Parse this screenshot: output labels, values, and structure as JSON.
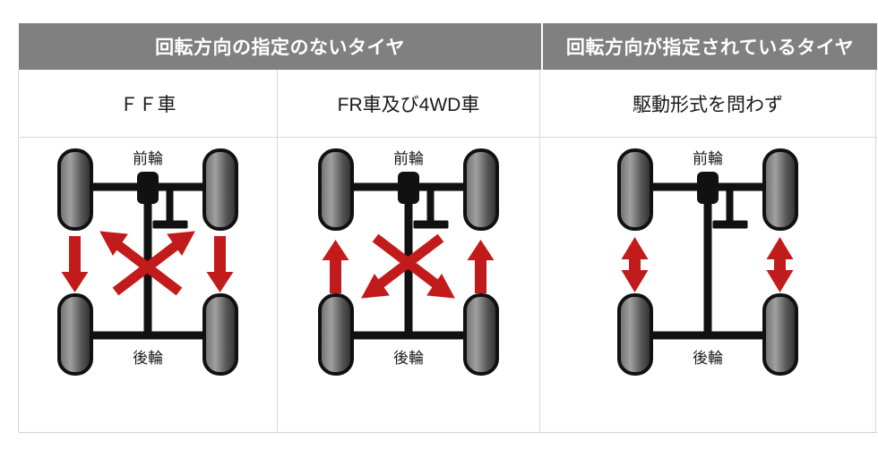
{
  "table": {
    "header": {
      "left_label": "回転方向の指定のないタイヤ",
      "right_label": "回転方向が指定されているタイヤ"
    },
    "subheader": {
      "col1": "ＦＦ車",
      "col2": "FR車及び4WD車",
      "col3": "駆動形式を問わず"
    },
    "diagrams": [
      {
        "id": "ff-rotation-diagram",
        "front_label": "前輪",
        "rear_label": "後輪",
        "pattern": "front-to-rear-straight, rear-to-front-crossed"
      },
      {
        "id": "fr-4wd-rotation-diagram",
        "front_label": "前輪",
        "rear_label": "後輪",
        "pattern": "rear-to-front-straight, front-to-rear-crossed"
      },
      {
        "id": "directional-rotation-diagram",
        "front_label": "前輪",
        "rear_label": "後輪",
        "pattern": "same-side-front-rear-swap"
      }
    ]
  },
  "colors": {
    "header_bg": "#808080",
    "header_text": "#ffffff",
    "arrow_red": "#c21b1b",
    "chassis_black": "#111111",
    "tire_dark": "#3c3c3c",
    "tire_light": "#8e8e8e",
    "grid_line": "#d8d8d8",
    "page_bg": "#ffffff"
  }
}
